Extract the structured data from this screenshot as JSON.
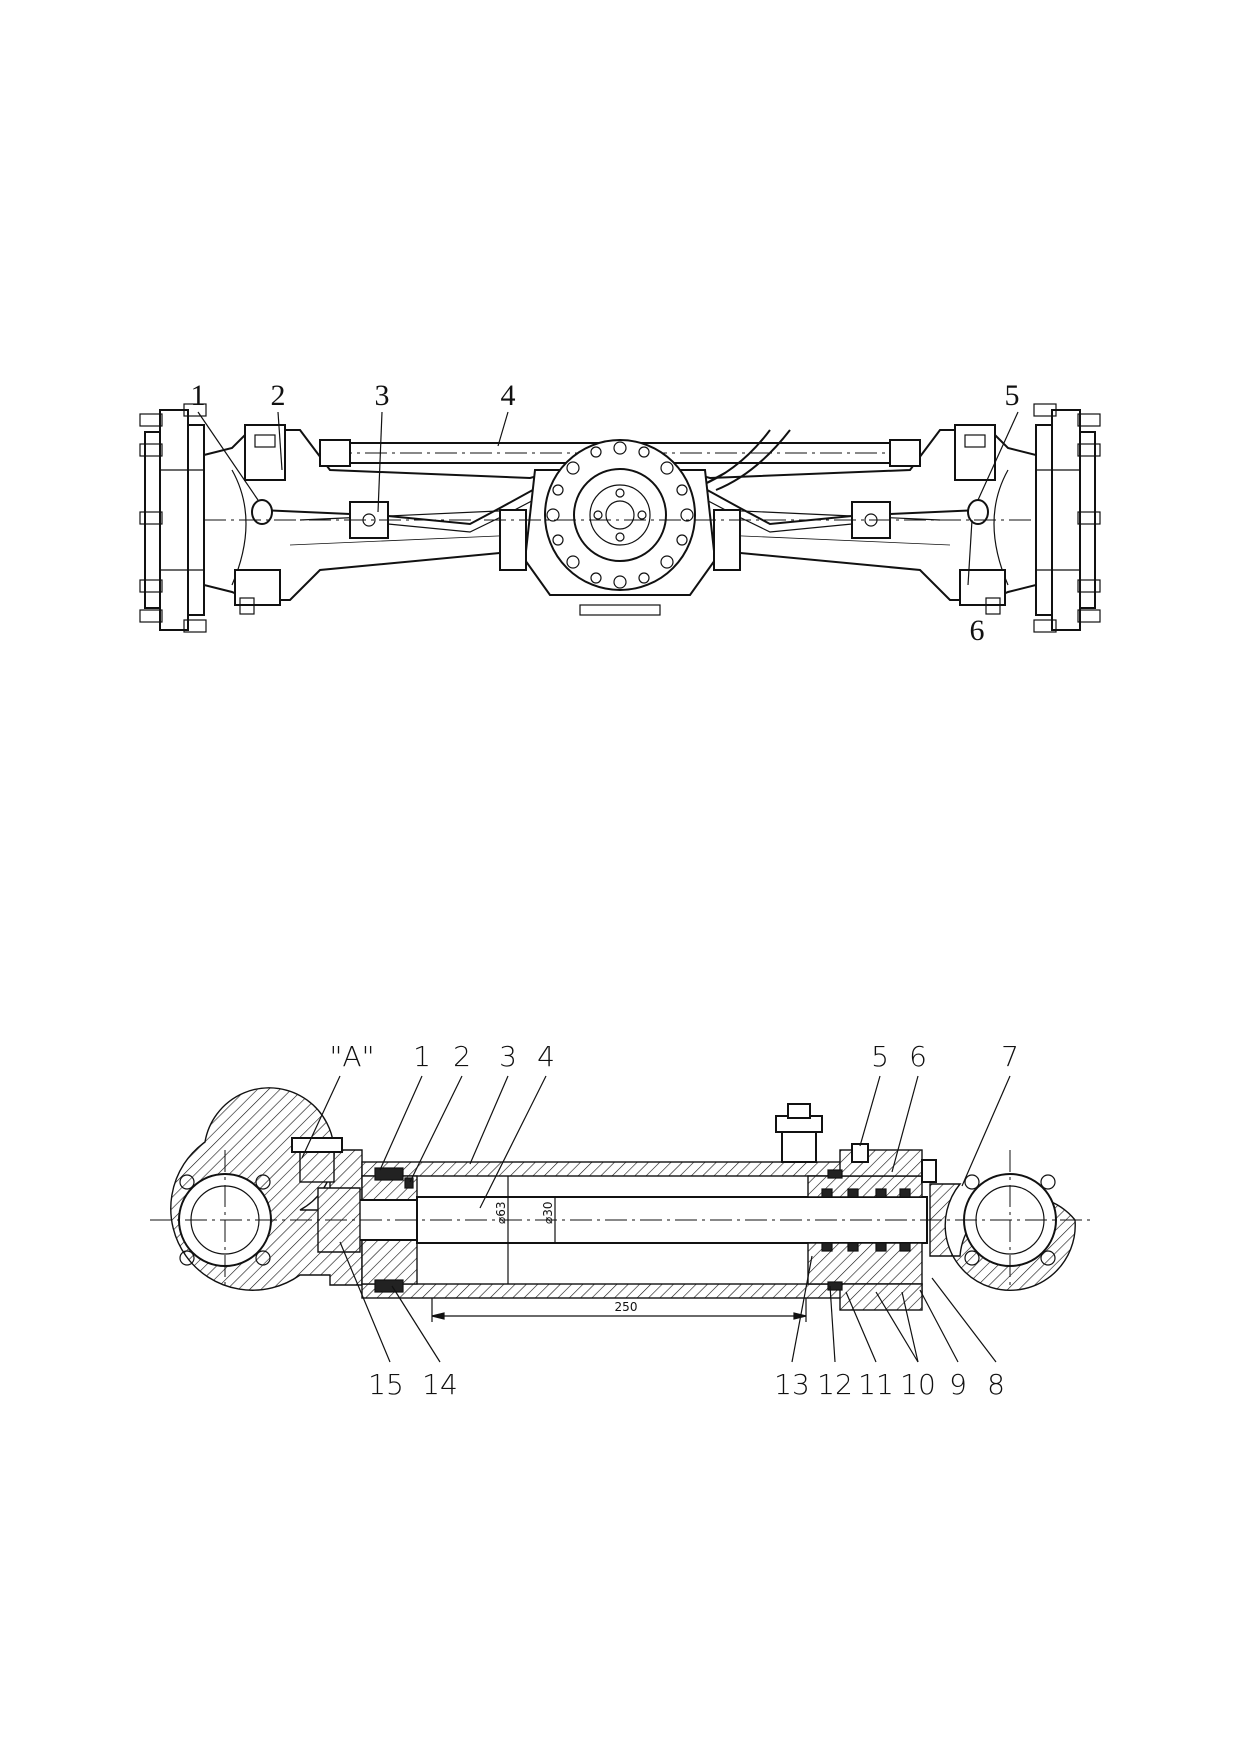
{
  "axle_view": {
    "callouts": [
      "1",
      "2",
      "3",
      "4",
      "5",
      "6"
    ]
  },
  "cylinder_section": {
    "view_label": "\"A\"",
    "top_callouts": [
      "1",
      "2",
      "3",
      "4",
      "5",
      "6",
      "7"
    ],
    "bottom_callouts": [
      "15",
      "14",
      "13",
      "12",
      "11",
      "10",
      "9",
      "8"
    ],
    "dimensions": {
      "bore": "⌀63",
      "rod": "⌀30",
      "stroke": "250"
    }
  }
}
